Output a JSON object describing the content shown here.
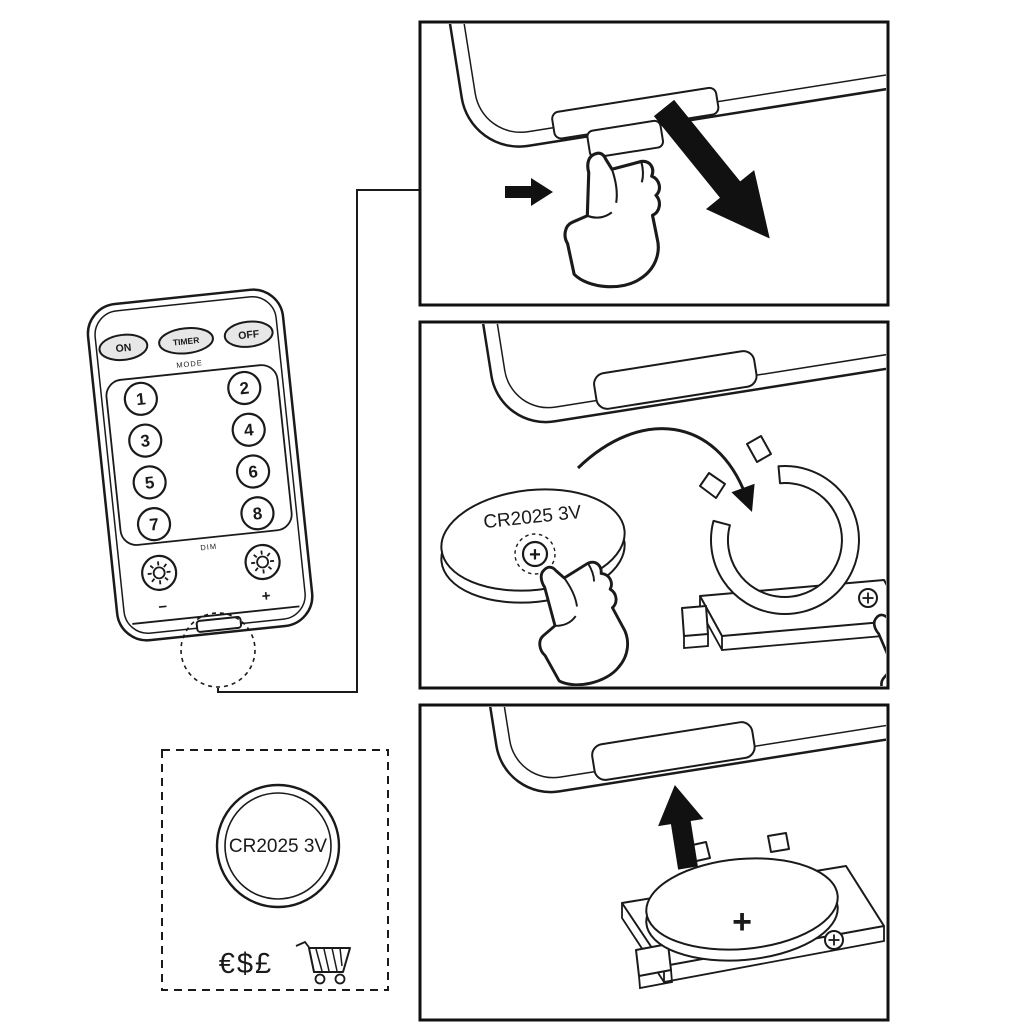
{
  "remote": {
    "power_buttons": [
      "ON",
      "TIMER",
      "OFF"
    ],
    "section_labels": [
      "MODE",
      "DIM"
    ],
    "number_buttons": [
      "1",
      "2",
      "3",
      "4",
      "5",
      "6",
      "7",
      "8"
    ],
    "brightness_minus": "−",
    "brightness_plus": "+"
  },
  "steps": {
    "insert": {
      "battery_label": "CR2025 3V",
      "polarity": "+"
    },
    "close": {
      "polarity": "+"
    }
  },
  "purchase": {
    "battery_label": "CR2025 3V",
    "currencies": "€$£"
  }
}
